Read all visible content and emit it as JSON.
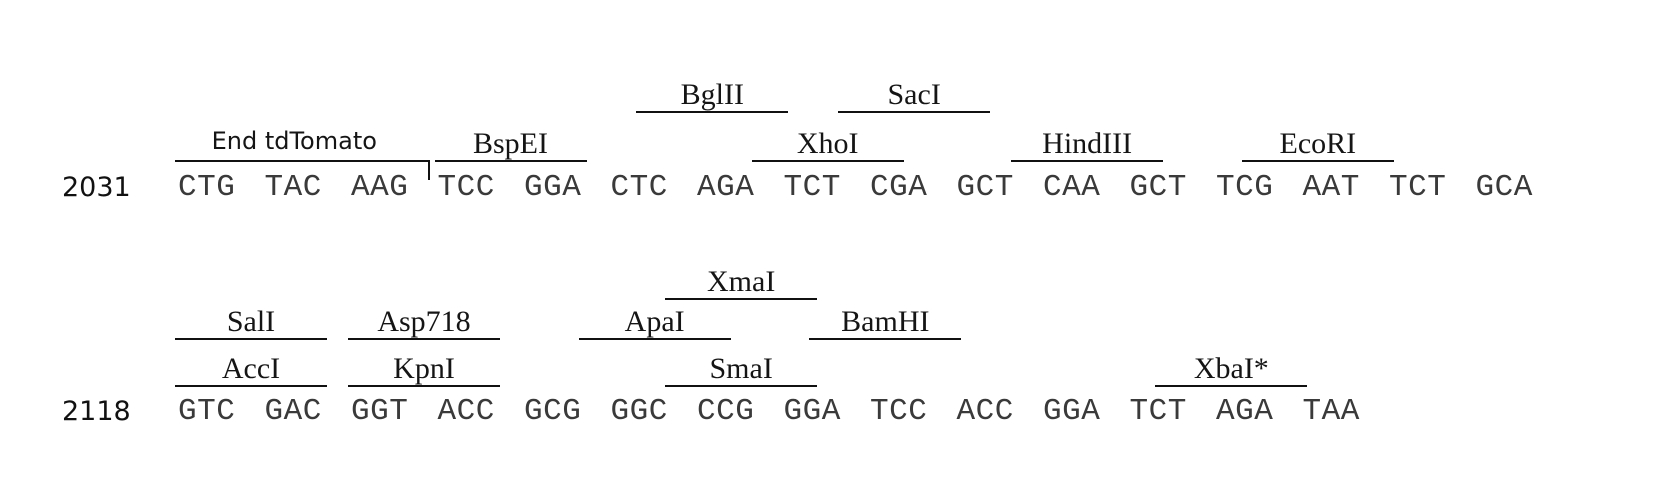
{
  "rows": [
    {
      "position": "2031",
      "codons": [
        "CTG",
        "TAC",
        "AAG",
        "TCC",
        "GGA",
        "CTC",
        "AGA",
        "TCT",
        "CGA",
        "GCT",
        "CAA",
        "GCT",
        "TCG",
        "AAT",
        "TCT",
        "GCA"
      ],
      "sites": [
        {
          "name": "End tdTomato",
          "start": 0,
          "end": 9,
          "level": 0,
          "style": "sans",
          "tick": true
        },
        {
          "name": "BspEI",
          "start": 9,
          "end": 15,
          "level": 0
        },
        {
          "name": "BglII",
          "start": 16,
          "end": 22,
          "level": 1
        },
        {
          "name": "XhoI",
          "start": 20,
          "end": 26,
          "level": 0
        },
        {
          "name": "SacI",
          "start": 23,
          "end": 29,
          "level": 1
        },
        {
          "name": "HindIII",
          "start": 29,
          "end": 35,
          "level": 0
        },
        {
          "name": "EcoRI",
          "start": 37,
          "end": 43,
          "level": 0
        }
      ]
    },
    {
      "position": "2118",
      "codons": [
        "GTC",
        "GAC",
        "GGT",
        "ACC",
        "GCG",
        "GGC",
        "CCG",
        "GGA",
        "TCC",
        "ACC",
        "GGA",
        "TCT",
        "AGA",
        "TAA"
      ],
      "sites": [
        {
          "name": "AccI",
          "start": 0,
          "end": 6,
          "level": 0
        },
        {
          "name": "SalI",
          "start": 0,
          "end": 6,
          "level": 1
        },
        {
          "name": "KpnI",
          "start": 6,
          "end": 12,
          "level": 0
        },
        {
          "name": "Asp718",
          "start": 6,
          "end": 12,
          "level": 1
        },
        {
          "name": "ApaI",
          "start": 14,
          "end": 20,
          "level": 1
        },
        {
          "name": "SmaI",
          "start": 17,
          "end": 23,
          "level": 0
        },
        {
          "name": "XmaI",
          "start": 17,
          "end": 23,
          "level": 2
        },
        {
          "name": "BamHI",
          "start": 22,
          "end": 28,
          "level": 1
        },
        {
          "name": "XbaI*",
          "start": 34,
          "end": 40,
          "level": 0
        }
      ]
    }
  ]
}
